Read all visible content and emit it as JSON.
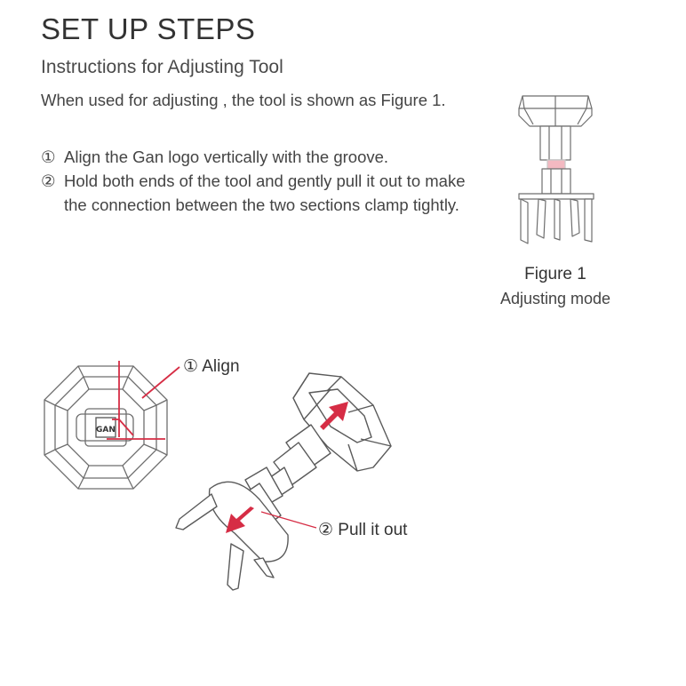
{
  "title": "SET UP STEPS",
  "subtitle": "Instructions for Adjusting Tool",
  "intro": "When used for adjusting , the tool is shown as Figure 1.",
  "steps": [
    {
      "num": "①",
      "text": "Align the Gan logo vertically with the groove."
    },
    {
      "num": "②",
      "text": "Hold both ends of the tool and gently pull it out to make the connection between the two sections  clamp tightly."
    }
  ],
  "figure": {
    "title": "Figure 1",
    "subtitle": "Adjusting mode"
  },
  "callouts": {
    "align": "① Align",
    "pull": "② Pull it out"
  },
  "logo_text": "GAN",
  "colors": {
    "accent": "#d62d45",
    "line": "#6e6e6e",
    "text": "#333333"
  }
}
